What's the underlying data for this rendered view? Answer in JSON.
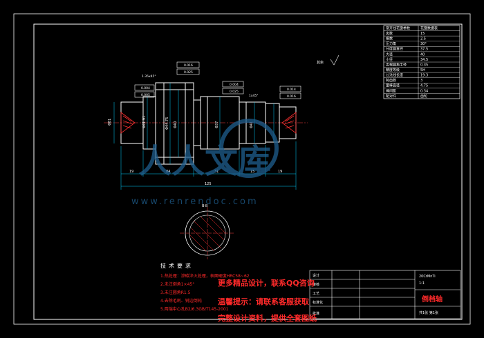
{
  "drawing": {
    "part_name": "倒档轴",
    "tech_title": "技术要求",
    "section_label": "B-B",
    "chamfer_note": "1.35x45°",
    "chamfer_note2": "1x45°",
    "roughness_other": "其余",
    "dims": {
      "d_left": "Φ81",
      "d_hub": "Φ44.75",
      "d_mid1": "Φ41.91",
      "d_mid2": "Φ40",
      "d_spline": "Φ37",
      "d_right": "Φ41",
      "l1": "19",
      "l2": "84",
      "l3": "31",
      "l4": "15",
      "l5": "19",
      "total": "125"
    },
    "tolerances": {
      "a": "0.016",
      "b": "0.025",
      "c": "0.004",
      "d": "0.005",
      "e": "0.014"
    }
  },
  "param_table": {
    "header": [
      "渐开线花键参数",
      "花键数据表"
    ],
    "rows": [
      [
        "齿数",
        "15"
      ],
      [
        "模数",
        "2.5"
      ],
      [
        "压力角",
        "30°"
      ],
      [
        "分度圆直径",
        "37.5"
      ],
      [
        "大径",
        "40"
      ],
      [
        "小径",
        "34.5"
      ],
      [
        "齿根圆角半径",
        "0.35"
      ],
      [
        "精度等级",
        "5H"
      ],
      [
        "公法线长度",
        "19.3"
      ],
      [
        "跨齿数",
        "3"
      ],
      [
        "量棒直径",
        "4.75"
      ],
      [
        "棒间距",
        "0.34"
      ],
      [
        "配对件",
        "齿轮"
      ]
    ]
  },
  "requirements": [
    "1.热处理：渗碳淬火处理，表面硬度HRC58~62",
    "2.未注倒角1×45°",
    "3.未注圆角R1.5",
    "4.去除毛刺、锐边倒钝",
    "5.两端中心孔B2/6.3GB/T145-2001"
  ],
  "watermark": {
    "site": "www.renrendoc.com",
    "line1": "更多精品设计，联系QQ咨询",
    "line2": "温馨提示：请联系客服获取",
    "line3": "完整设计资料，提供全套图纸"
  },
  "title_block": {
    "rows": [
      "设计",
      "审核",
      "工艺",
      "标准化",
      "批准"
    ],
    "material": "20CrMnTi",
    "scale": "1:1",
    "sheet": "共1张 第1张"
  },
  "colors": {
    "line": "#ffffff",
    "accent": "#00e000",
    "dim": "#00d0ff",
    "red": "#ff2a2a"
  }
}
